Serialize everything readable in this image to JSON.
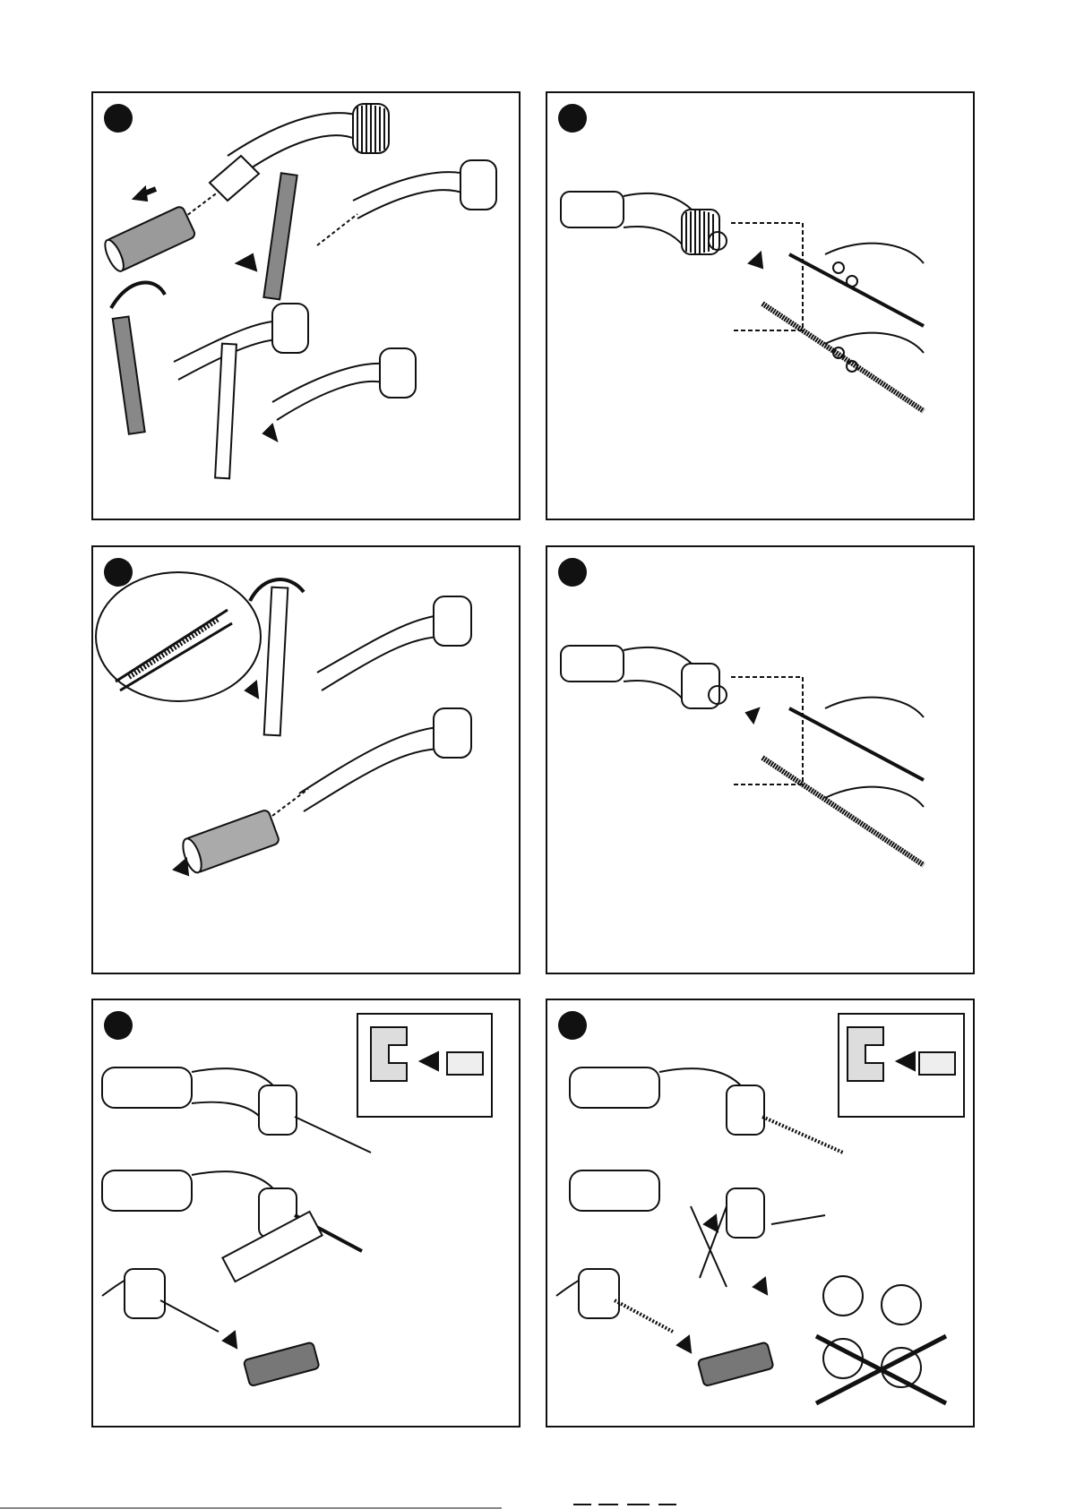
{
  "panels": [
    {
      "id": "p1"
    },
    {
      "id": "p2"
    },
    {
      "id": "p3"
    },
    {
      "id": "p4"
    },
    {
      "id": "p5"
    },
    {
      "id": "p6"
    }
  ]
}
